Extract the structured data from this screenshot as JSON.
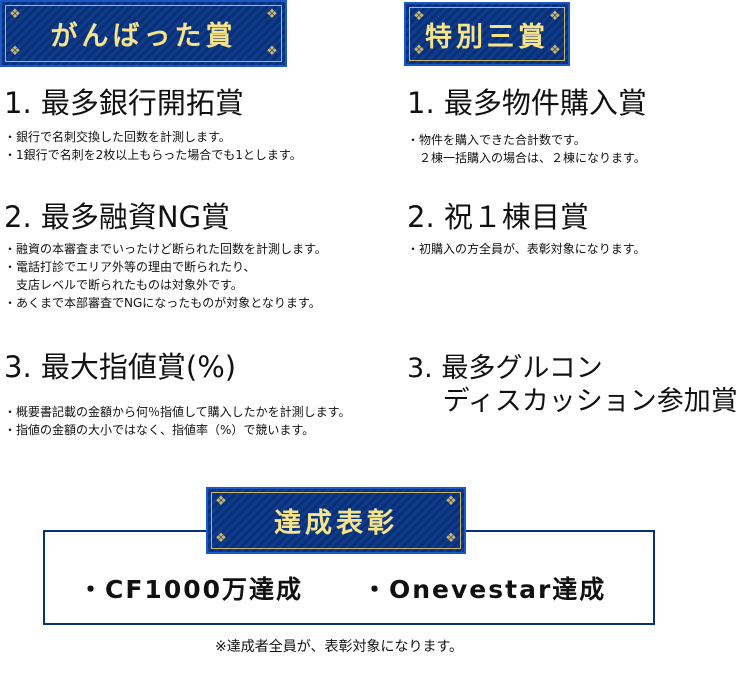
{
  "left": {
    "banner": "がんばった賞",
    "items": [
      {
        "title": "1. 最多銀行開拓賞",
        "bullets": "・銀行で名刺交換した回数を計測します。\n・1銀行で名刺を2枚以上もらった場合でも1とします。"
      },
      {
        "title": "2. 最多融資NG賞",
        "bullets": "・融資の本審査までいったけど断られた回数を計測します。\n・電話打診でエリア外等の理由で断られたり、\n　支店レベルで断られたものは対象外です。\n・あくまで本部審査でNGになったものが対象となります。"
      },
      {
        "title": "3. 最大指値賞(%)",
        "bullets": "・概要書記載の金額から何％指値して購入したかを計測します。\n・指値の金額の大小ではなく、指値率（%）で競います。"
      }
    ]
  },
  "right": {
    "banner": "特別三賞",
    "items": [
      {
        "title": "1. 最多物件購入賞",
        "bullets": "・物件を購入できた合計数です。\n　２棟一括購入の場合は、２棟になります。"
      },
      {
        "title": "2. 祝１棟目賞",
        "bullets": "・初購入の方全員が、表彰対象になります。"
      },
      {
        "title": "3. 最多グルコン\n　 ディスカッション参加賞",
        "bullets": ""
      }
    ]
  },
  "achievement": {
    "banner": "達成表彰",
    "items": [
      "・CF1000万達成",
      "・Onevestar達成"
    ],
    "note": "※達成者全員が、表彰対象になります。"
  }
}
